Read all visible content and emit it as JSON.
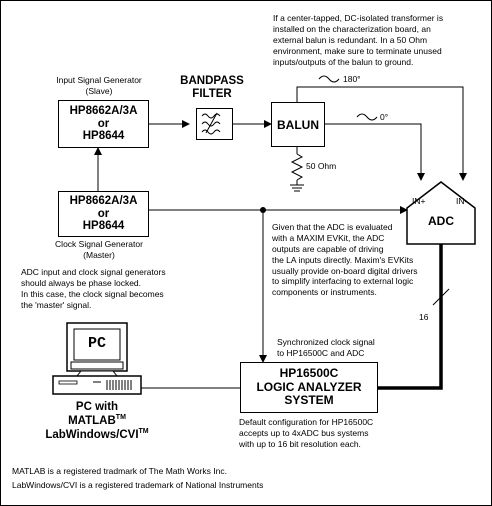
{
  "notes": {
    "balun_note": "If a center-tapped, DC-isolated transformer is\ninstalled on the characterization board, an\nexternal balun is redundant. In a 50 Ohm\nenvironment, make sure to terminate unused\ninputs/outputs of the balun to ground.",
    "phase_note": "ADC input and clock signal generators\nshould always be phase locked.\nIn this case, the clock signal becomes\nthe 'master' signal.",
    "evkit_note": "Given that the ADC is evaluated\nwith a MAXIM EVKit, the ADC\noutputs are capable of driving\nthe LA inputs directly. Maxim's EVKits\nusually provide on-board digital drivers\nto simplify interfacing to external logic\ncomponents or instruments.",
    "sync_note": "Synchronized clock signal\nto HP16500C and ADC",
    "default_config_note": "Default configuration for HP16500C\naccepts up to 4xADC bus systems\nwith up to 16 bit resolution each.",
    "footer_line1": "MATLAB is a registered tradmark of The Math Works Inc.",
    "footer_line2": "LabWindows/CVI is a registered trademark of National Instruments"
  },
  "input_generator": {
    "caption": "Input Signal Generator\n(Slave)",
    "line1": "HP8662A/3A",
    "line2": "or",
    "line3": "HP8644"
  },
  "clock_generator": {
    "caption": "Clock Signal Generator\n(Master)",
    "line1": "HP8662A/3A",
    "line2": "or",
    "line3": "HP8644"
  },
  "filter": {
    "label_line1": "BANDPASS",
    "label_line2": "FILTER"
  },
  "balun": {
    "label": "BALUN",
    "phase_180": "180°",
    "phase_0": "0°",
    "resistor_label": "50 Ohm"
  },
  "adc": {
    "label": "ADC",
    "in_plus": "IN+",
    "in_minus": "IN-"
  },
  "bus": {
    "width_label": "16"
  },
  "logic_analyzer": {
    "line1": "HP16500C",
    "line2": "LOGIC ANALYZER",
    "line3": "SYSTEM"
  },
  "pc": {
    "screen_label": "PC",
    "caption_line1": "PC with",
    "caption_line2_base": "MATLAB",
    "caption_line2_sup": "TM",
    "caption_line3_base": "LabWindows/CVI",
    "caption_line3_sup": "TM"
  }
}
